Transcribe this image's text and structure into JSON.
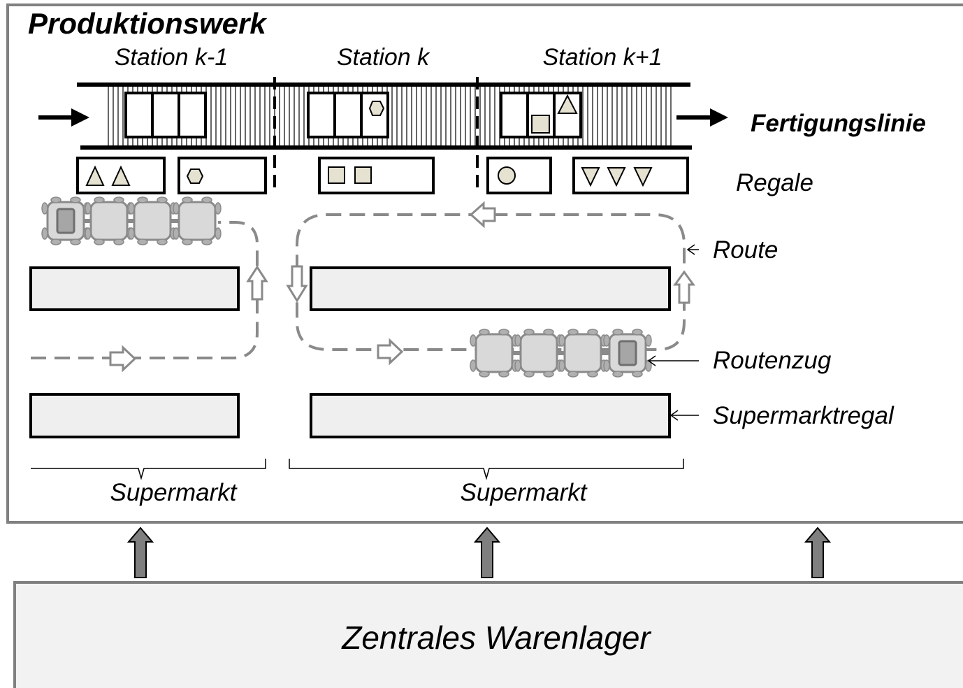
{
  "plant": {
    "title": "Produktionswerk"
  },
  "stations": [
    "Station k-1",
    "Station k",
    "Station k+1"
  ],
  "labels": {
    "line": "Fertigungslinie",
    "racks": "Regale",
    "route": "Route",
    "train": "Routenzug",
    "shelf": "Supermarktregal",
    "supermarket_left": "Supermarkt",
    "supermarket_right": "Supermarkt"
  },
  "warehouse": {
    "title": "Zentrales Warenlager"
  },
  "colors": {
    "stroke": "#000000",
    "frame": "#808080",
    "dashed_route": "#8a8a8a",
    "fill_light": "#efefef",
    "part_fill": "#e6e2d2",
    "wagon_fill": "#d9d9d9",
    "wagon_stroke": "#8a8a8a",
    "supply_arrow": "#7f7f7f"
  }
}
